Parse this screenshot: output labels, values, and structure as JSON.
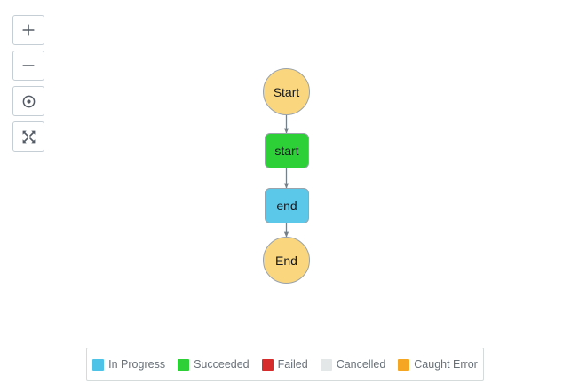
{
  "canvas": {
    "background": "#ffffff"
  },
  "toolbar": {
    "name": "zoom-controls",
    "buttons": [
      {
        "name": "zoom-in-button",
        "icon": "plus-icon",
        "label": "+",
        "title": "Zoom in"
      },
      {
        "name": "zoom-out-button",
        "icon": "minus-icon",
        "label": "−",
        "title": "Zoom out"
      },
      {
        "name": "center-view-button",
        "icon": "target-icon",
        "label": "",
        "title": "Center"
      },
      {
        "name": "fit-screen-button",
        "icon": "fit-to-screen-icon",
        "label": "",
        "title": "Fit to screen"
      }
    ]
  },
  "graph": {
    "type": "state-machine-flow",
    "nodes": [
      {
        "id": "start-terminal",
        "label": "Start",
        "shape": "circle",
        "status": "Caught Error",
        "fill": "#fad77e",
        "stroke": "#9aa3ab"
      },
      {
        "id": "start-state",
        "label": "start",
        "shape": "rounded-rect",
        "status": "Succeeded",
        "fill": "#2dd036",
        "stroke": "#9aa3ab"
      },
      {
        "id": "end-state",
        "label": "end",
        "shape": "rounded-rect",
        "status": "In Progress",
        "fill": "#5bc8ea",
        "stroke": "#9aa3ab"
      },
      {
        "id": "end-terminal",
        "label": "End",
        "shape": "circle",
        "status": "Caught Error",
        "fill": "#fad77e",
        "stroke": "#9aa3ab"
      }
    ],
    "edges": [
      {
        "from": "start-terminal",
        "to": "start-state"
      },
      {
        "from": "start-state",
        "to": "end-state"
      },
      {
        "from": "end-state",
        "to": "end-terminal"
      }
    ],
    "edge_color": "#74808a"
  },
  "legend": {
    "items": [
      {
        "label": "In Progress",
        "color": "#4ec3e8"
      },
      {
        "label": "Succeeded",
        "color": "#2dd036"
      },
      {
        "label": "Failed",
        "color": "#d62c2c"
      },
      {
        "label": "Cancelled",
        "color": "#e4e7e8"
      },
      {
        "label": "Caught Error",
        "color": "#f5a623"
      }
    ]
  }
}
